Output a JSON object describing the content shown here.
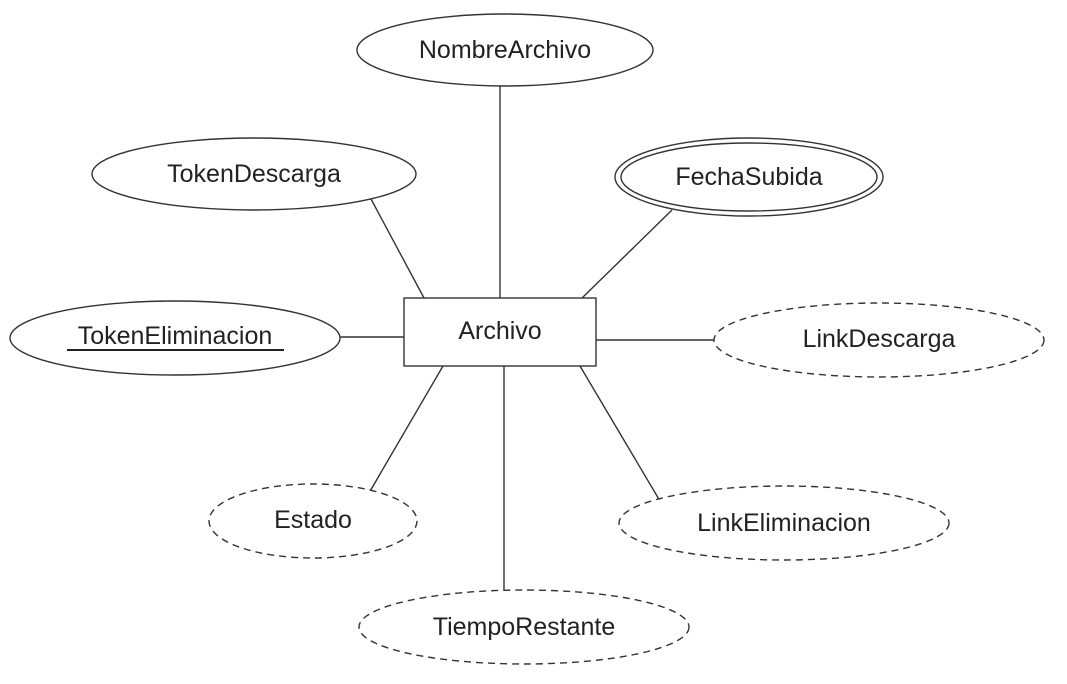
{
  "entity": {
    "name": "Archivo"
  },
  "attributes": {
    "nombre_archivo": {
      "label": "NombreArchivo",
      "kind": "simple"
    },
    "token_descarga": {
      "label": "TokenDescarga",
      "kind": "simple"
    },
    "fecha_subida": {
      "label": "FechaSubida",
      "kind": "multivalued"
    },
    "token_eliminacion": {
      "label": "TokenEliminacion",
      "kind": "key"
    },
    "link_descarga": {
      "label": "LinkDescarga",
      "kind": "derived"
    },
    "estado": {
      "label": "Estado",
      "kind": "derived"
    },
    "link_eliminacion": {
      "label": "LinkEliminacion",
      "kind": "derived"
    },
    "tiempo_restante": {
      "label": "TiempoRestante",
      "kind": "derived"
    }
  }
}
